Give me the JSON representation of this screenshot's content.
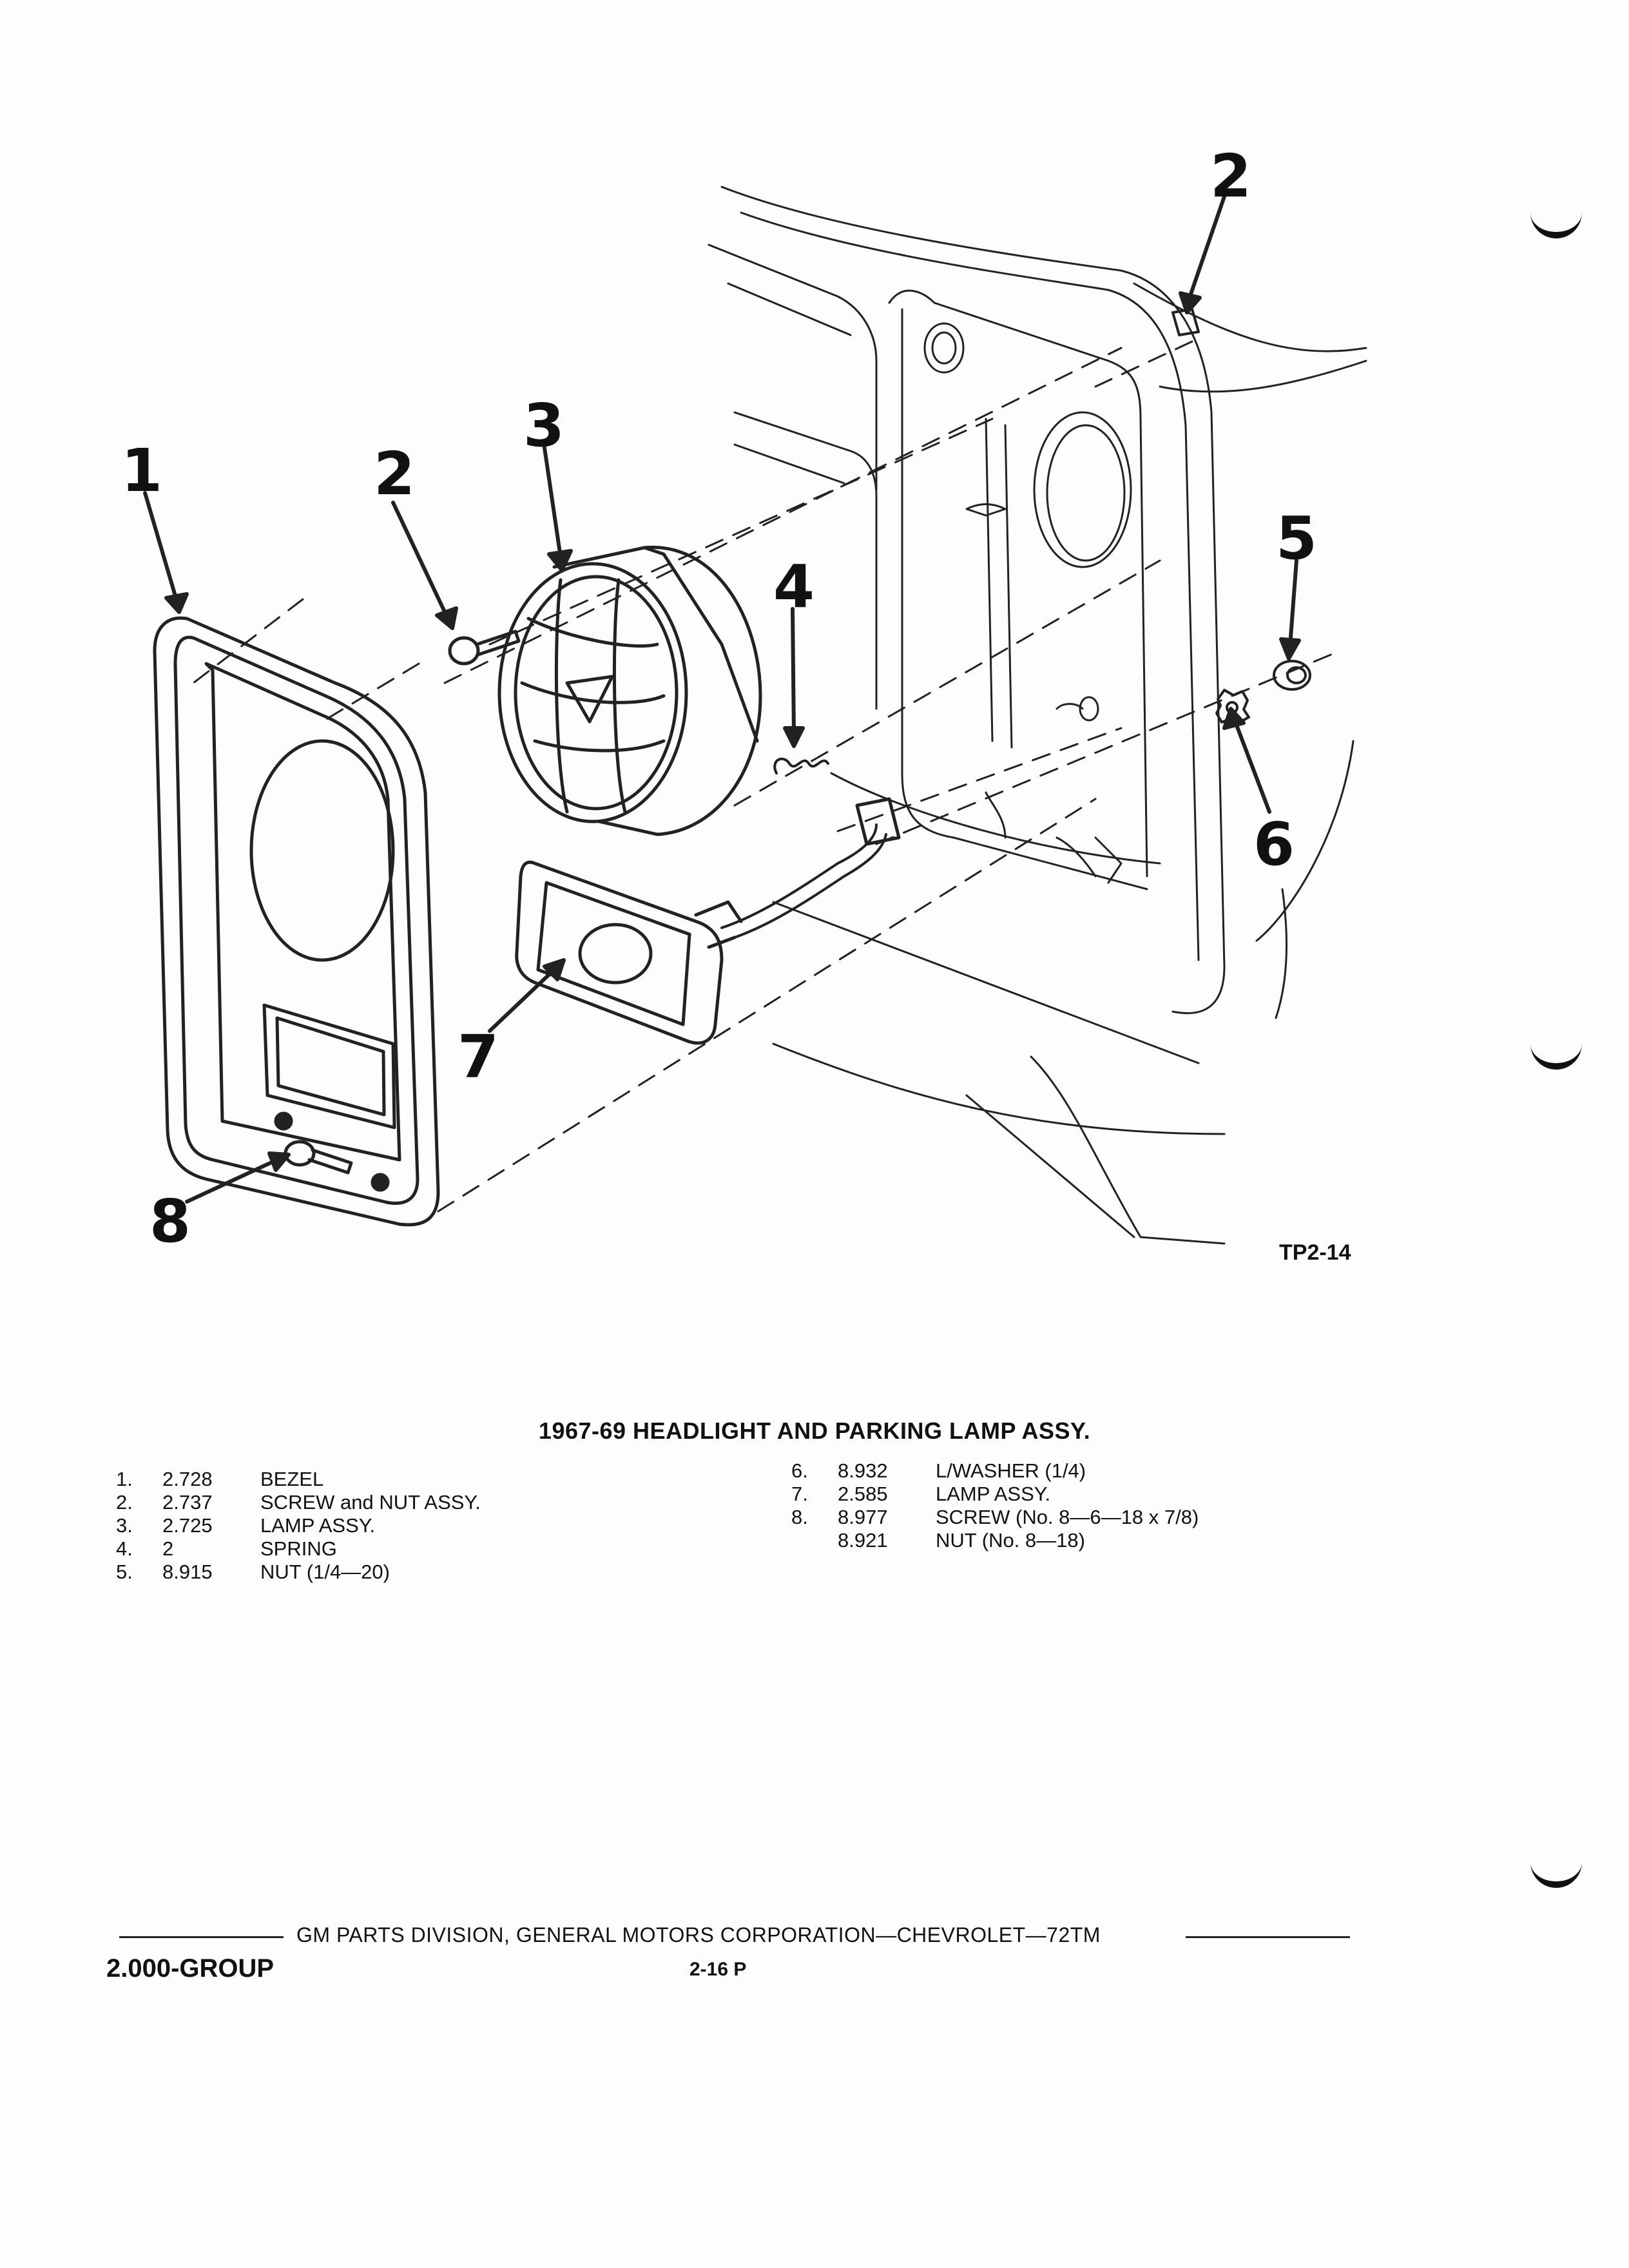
{
  "figure": {
    "callouts": [
      "1",
      "2",
      "3",
      "2",
      "4",
      "5",
      "6",
      "7",
      "8"
    ],
    "reference": "TP2-14"
  },
  "title": "1967-69 HEADLIGHT AND PARKING LAMP ASSY.",
  "parts_left": [
    {
      "num": "1.",
      "part": "2.728",
      "desc": "BEZEL"
    },
    {
      "num": "2.",
      "part": "2.737",
      "desc": "SCREW and NUT ASSY."
    },
    {
      "num": "3.",
      "part": "2.725",
      "desc": "LAMP ASSY."
    },
    {
      "num": "4.",
      "part": "2",
      "desc": "SPRING"
    },
    {
      "num": "5.",
      "part": "8.915",
      "desc": "NUT (1/4—20)"
    }
  ],
  "parts_right": [
    {
      "num": "6.",
      "part": "8.932",
      "desc": "L/WASHER (1/4)"
    },
    {
      "num": "7.",
      "part": "2.585",
      "desc": "LAMP ASSY."
    },
    {
      "num": "8.",
      "part": "8.977",
      "desc": "SCREW (No. 8—6—18 x 7/8)"
    },
    {
      "num": "",
      "part": "8.921",
      "desc": "NUT (No. 8—18)"
    }
  ],
  "footer": {
    "publisher": "GM PARTS DIVISION, GENERAL MOTORS CORPORATION—CHEVROLET—72TM",
    "group": "2.000-GROUP",
    "page": "2-16 P"
  }
}
